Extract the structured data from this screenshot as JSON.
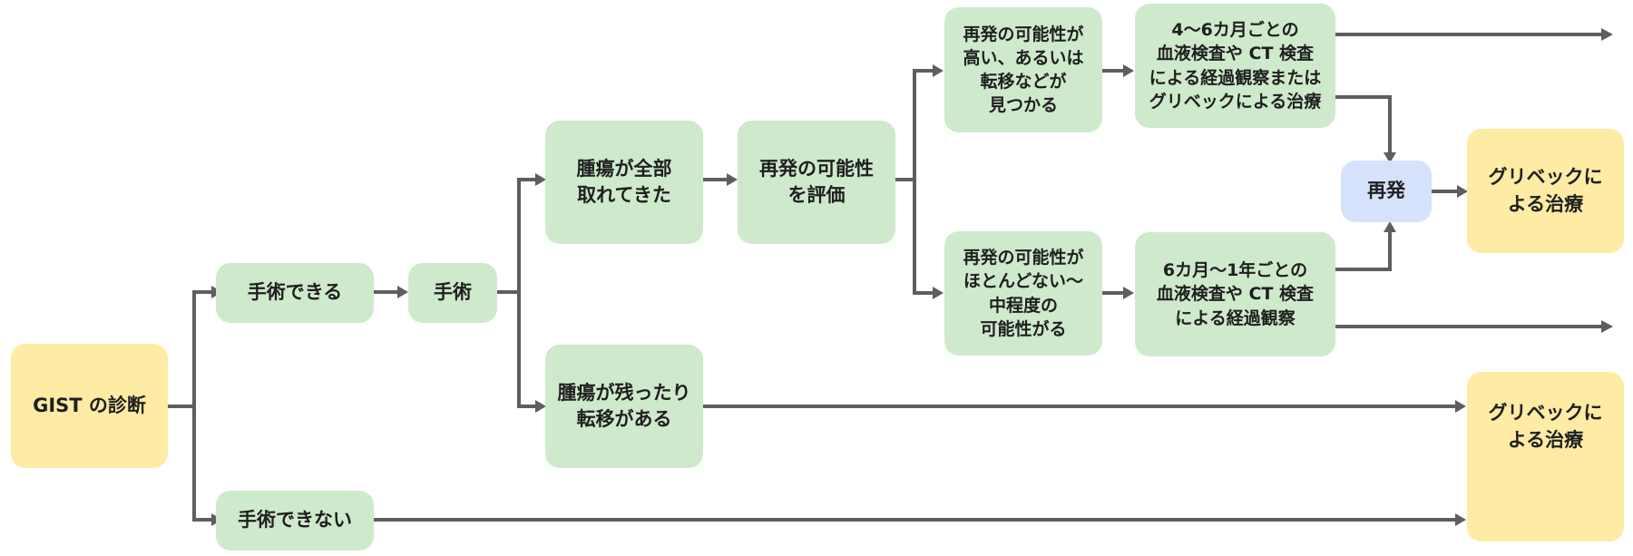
{
  "diagram": {
    "nodes": {
      "diagnosis": "GIST の診断",
      "surgery_possible": "手術できる",
      "surgery": "手術",
      "surgery_impossible": "手術できない",
      "all_removed": "腫瘍が全部\n取れてきた",
      "remaining": "腫瘍が残ったり\n転移がある",
      "evaluate": "再発の可能性\nを評価",
      "high_risk": "再発の可能性が\n高い、あるいは\n転移などが\n見つかる",
      "low_risk": "再発の可能性が\nほとんどない～\n中程度の\n可能性がる",
      "followup_high": "4～6カ月ごとの\n血液検査や CT 検査\nによる経過観察または\nグリベックによる治療",
      "followup_low": "6カ月～1年ごとの\n血液検査や CT 検査\nによる経過観察",
      "recurrence": "再発",
      "gleevec_1": "グリベックに\nよる治療",
      "gleevec_2": "グリベックに\nよる治療"
    },
    "colors": {
      "step": "#cfe9cc",
      "terminal": "#feeba4",
      "recurrence": "#d6e2fb",
      "connector": "#5e5e5e"
    }
  }
}
